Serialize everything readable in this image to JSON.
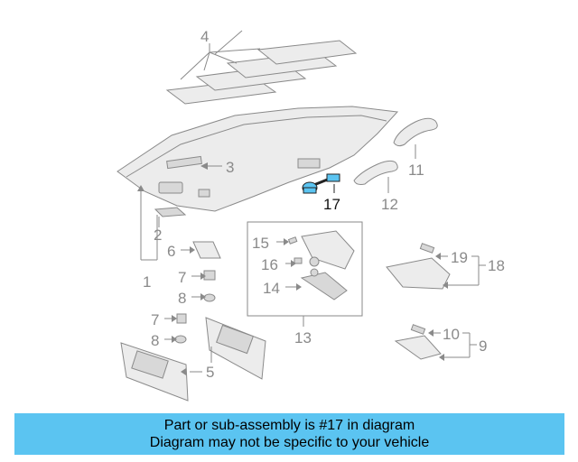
{
  "callouts": {
    "c1": "1",
    "c2": "2",
    "c3": "3",
    "c4": "4",
    "c5": "5",
    "c6": "6",
    "c7a": "7",
    "c7b": "7",
    "c8a": "8",
    "c8b": "8",
    "c9": "9",
    "c10": "10",
    "c11": "11",
    "c12": "12",
    "c13": "13",
    "c14": "14",
    "c15": "15",
    "c16": "16",
    "c17": "17",
    "c18": "18",
    "c19": "19"
  },
  "highlight": {
    "part": "17",
    "color": "#5bc4f1"
  },
  "banner": {
    "line1": "Part or sub-assembly is #17 in diagram",
    "line2": "Diagram may not be specific to your vehicle",
    "color": "#5bc4f1"
  }
}
